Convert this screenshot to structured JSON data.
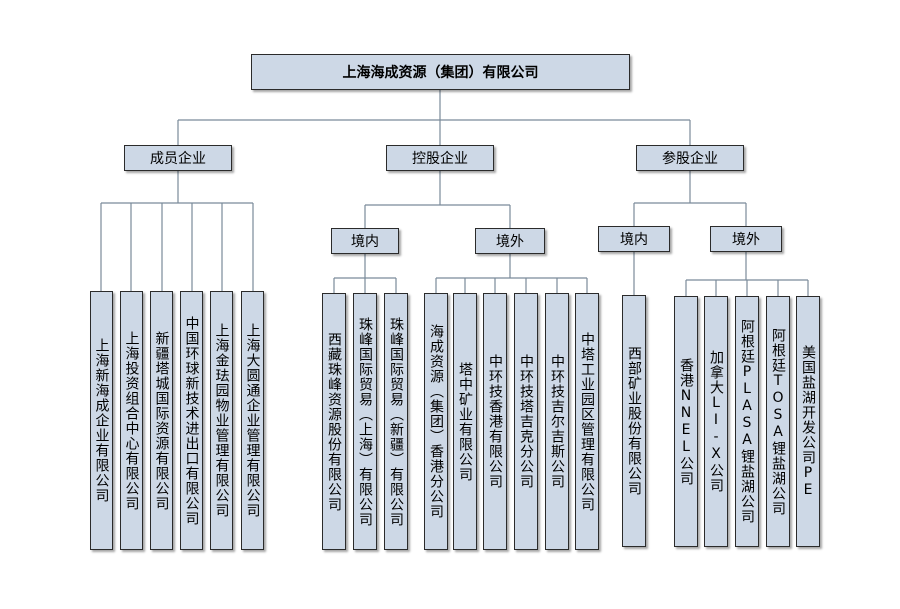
{
  "root": "上海海成资源（集团）有限公司",
  "categories": [
    {
      "label": "成员企业",
      "children": [
        "上海新海成企业有限公司",
        "上海投资组合中心有限公司",
        "新疆塔城国际资源有限公司",
        "中国环球新技术进出口有限公司",
        "上海金珐园物业管理有限公司",
        "上海大圆通企业管理有限公司"
      ]
    },
    {
      "label": "控股企业",
      "groups": [
        {
          "label": "境内",
          "children": [
            "西藏珠峰资源股份有限公司",
            "珠峰国际贸易（上海）有限公司",
            "珠峰国际贸易（新疆）有限公司"
          ]
        },
        {
          "label": "境外",
          "children": [
            "海成资源（集团）香港分公司",
            "塔中矿业有限公司",
            "中环技香港有限公司",
            "中环技塔吉克分公司",
            "中环技吉尔吉斯公司",
            "中塔工业园区管理有限公司"
          ]
        }
      ]
    },
    {
      "label": "参股企业",
      "groups": [
        {
          "label": "境内",
          "children": [
            "西部矿业股份有限公司"
          ]
        },
        {
          "label": "境外",
          "children": [
            "香港NNEL公司",
            "加拿大LI-X公司",
            "阿根廷PLASA锂盐湖公司",
            "阿根廷TOSA锂盐湖公司",
            "美国盐湖开发公司PE"
          ]
        }
      ]
    }
  ]
}
